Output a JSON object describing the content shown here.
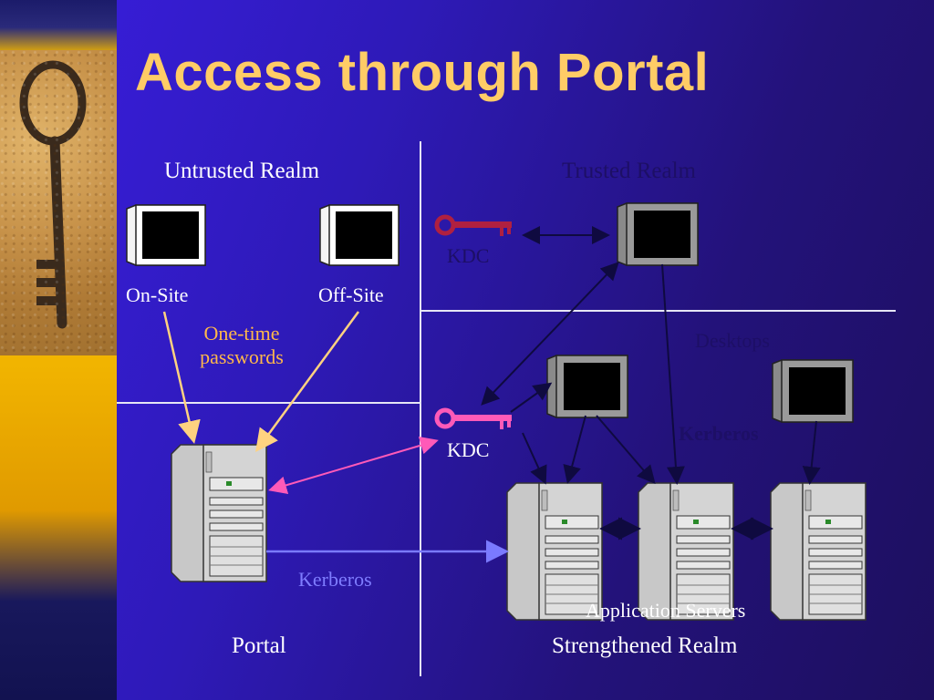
{
  "slide": {
    "title": "Access through Portal"
  },
  "regions": {
    "untrusted": "Untrusted Realm",
    "trusted": "Trusted Realm",
    "portal": "Portal",
    "strengthened": "Strengthened Realm"
  },
  "labels": {
    "on_site": "On-Site",
    "off_site": "Off-Site",
    "one_time": "One-time",
    "passwords": "passwords",
    "kdc_trusted": "KDC",
    "kdc_strengthened": "KDC",
    "desktops": "Desktops",
    "kerberos_trusted": "Kerberos",
    "kerberos_portal": "Kerberos",
    "app_servers": "Application Servers"
  },
  "colors": {
    "title": "#ffcc66",
    "one_time_arrows": "#ffd280",
    "kdc_trusted_key": "#b02040",
    "kdc_strengthened_key": "#ff5ab8",
    "portal_link": "#7a7aff",
    "trusted_text": "#1d0f66"
  }
}
